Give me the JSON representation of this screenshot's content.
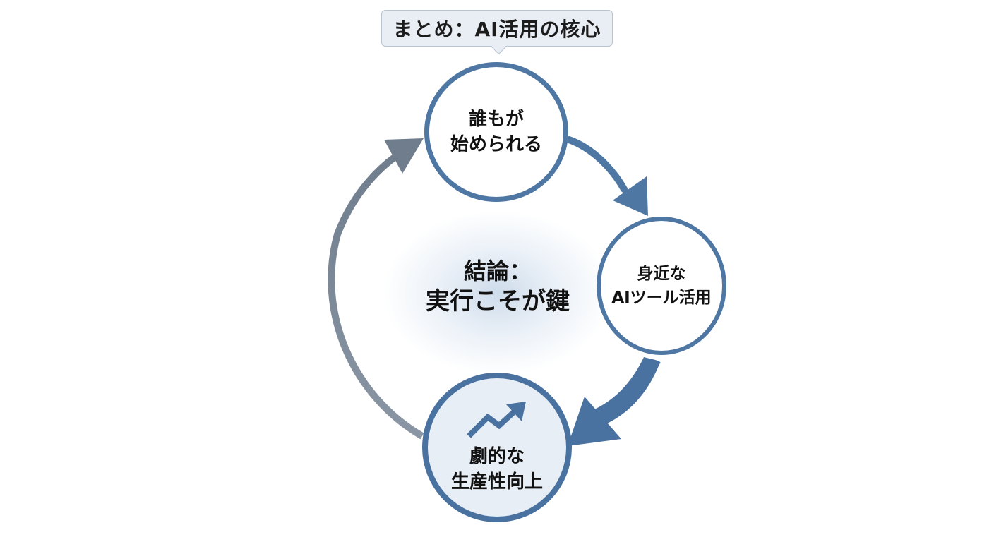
{
  "title": "まとめ：AI活用の核心",
  "center": {
    "line1": "結論：",
    "line2": "実行こそが鍵"
  },
  "nodes": [
    {
      "line1": "誰もが",
      "line2": "始められる"
    },
    {
      "line1": "身近な",
      "line2": "AIツール活用"
    },
    {
      "line1": "劇的な",
      "line2": "生産性向上",
      "icon": "trending-up-icon"
    }
  ],
  "colors": {
    "primary_blue": "#4f77a3",
    "return_arrow_gray": "#7d8998",
    "title_box_bg": "#e9eef4"
  }
}
